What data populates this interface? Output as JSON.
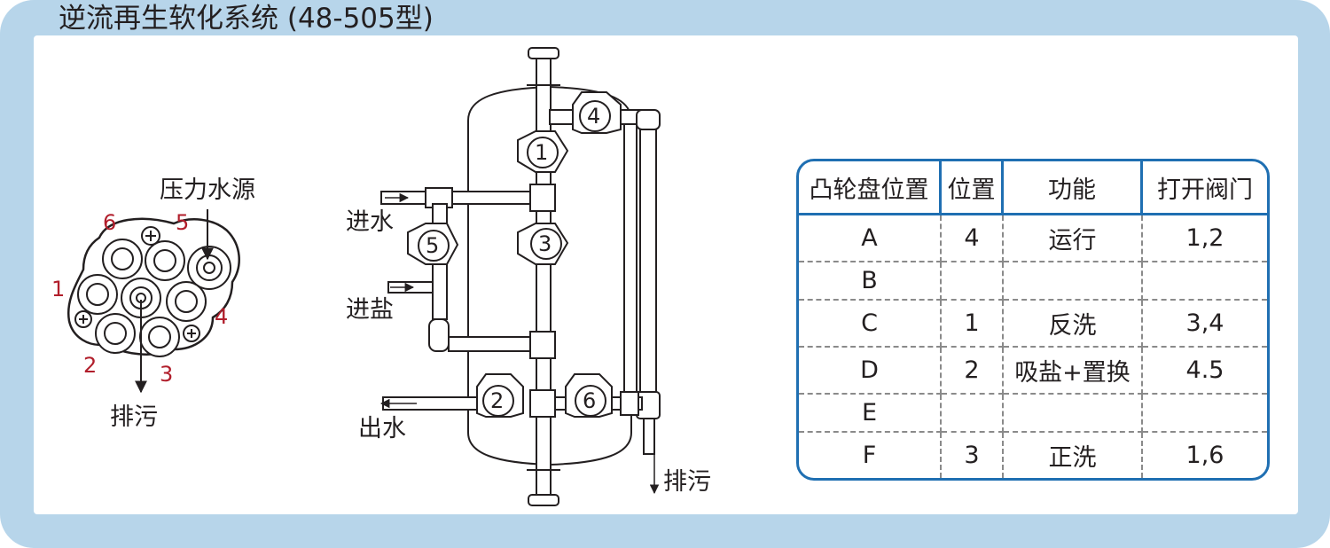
{
  "title": "逆流再生软化系统 (48-505型)",
  "cam_disc": {
    "pressure_source_label": "压力水源",
    "drain_label": "排污",
    "port_numbers": [
      "1",
      "2",
      "3",
      "4",
      "5",
      "6"
    ]
  },
  "piping": {
    "water_in_label": "进水",
    "salt_in_label": "进盐",
    "water_out_label": "出水",
    "drain_label": "排污",
    "valve_numbers": [
      "1",
      "2",
      "3",
      "4",
      "5",
      "6"
    ]
  },
  "table": {
    "headers": [
      "凸轮盘位置",
      "位置",
      "功能",
      "打开阀门"
    ],
    "rows": [
      [
        "A",
        "4",
        "运行",
        "1,2"
      ],
      [
        "B",
        "",
        "",
        ""
      ],
      [
        "C",
        "1",
        "反洗",
        "3,4"
      ],
      [
        "D",
        "2",
        "吸盐+置换",
        "4.5"
      ],
      [
        "E",
        "",
        "",
        ""
      ],
      [
        "F",
        "3",
        "正洗",
        "1,6"
      ]
    ]
  },
  "colors": {
    "frame": "#b7d5ea",
    "table_border": "#1f6fb2",
    "port_number": "#b11e2b"
  }
}
